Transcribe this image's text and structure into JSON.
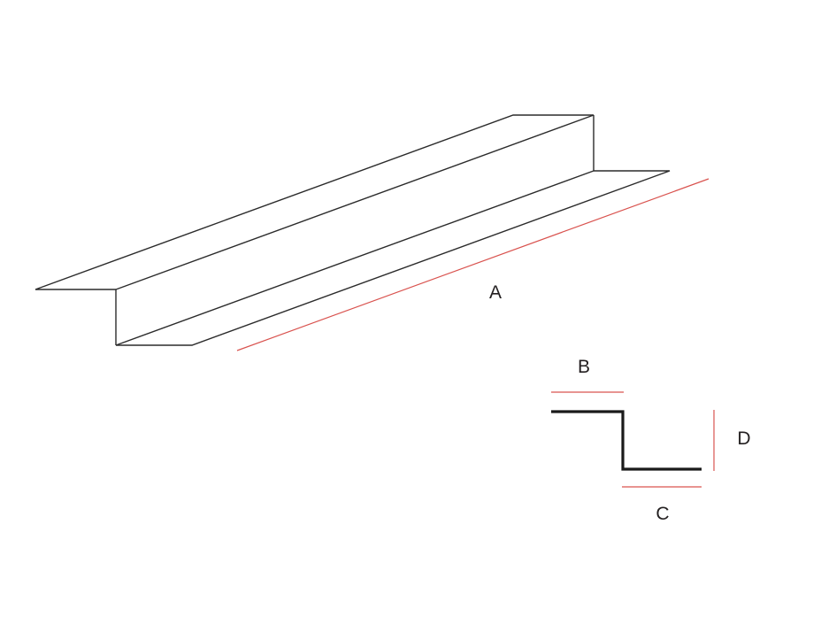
{
  "colors": {
    "outline": "#2b2b2b",
    "dimension": "#d9534f",
    "profile": "#1a1a1a",
    "label": "#231f20"
  },
  "labels": {
    "a": "A",
    "b": "B",
    "c": "C",
    "d": "D"
  }
}
